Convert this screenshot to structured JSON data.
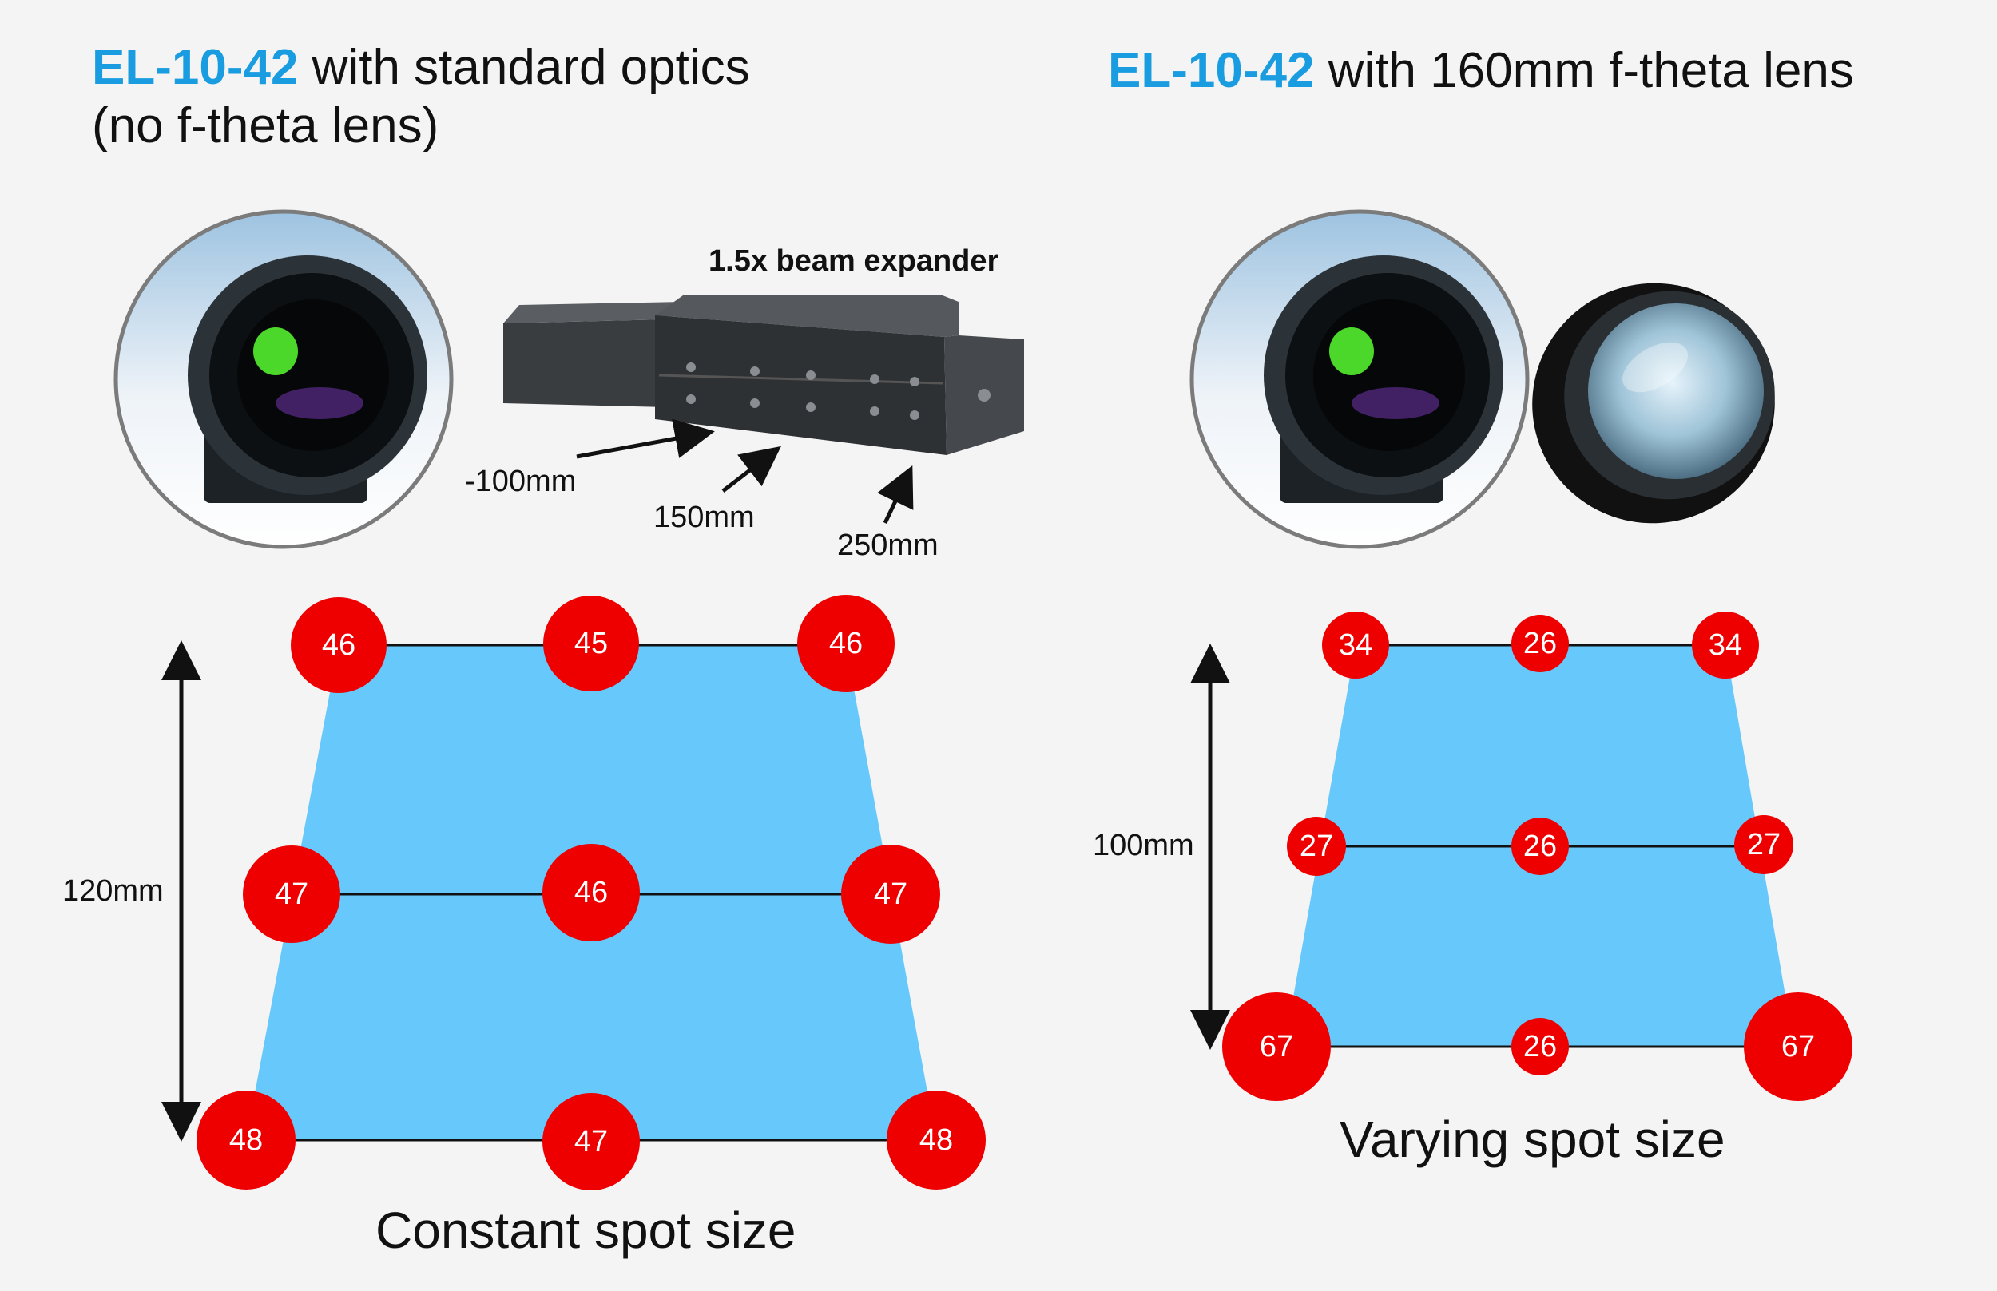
{
  "left": {
    "brand": "EL-10-42",
    "title_rest": " with standard optics",
    "title_line2": "(no f-theta lens)",
    "beam_expander_label": "1.5x beam expander",
    "focus_labels": [
      "-100mm",
      "150mm",
      "250mm"
    ],
    "dimension_label": "120mm",
    "spot_rows": [
      [
        "46",
        "45",
        "46"
      ],
      [
        "47",
        "46",
        "47"
      ],
      [
        "48",
        "47",
        "48"
      ]
    ],
    "caption": "Constant spot size"
  },
  "right": {
    "brand": "EL-10-42",
    "title_rest": " with 160mm f-theta lens",
    "dimension_label": "100mm",
    "spot_rows": [
      [
        "34",
        "26",
        "34"
      ],
      [
        "27",
        "26",
        "27"
      ],
      [
        "67",
        "26",
        "67"
      ]
    ],
    "caption": "Varying spot size"
  },
  "colors": {
    "brand": "#1a9ce0",
    "field": "#66c8fb",
    "spot": "#ee0000",
    "spot_text": "#ffffff"
  },
  "icons": [
    "lens-camera-icon",
    "beam-expander-icon",
    "f-theta-lens-icon"
  ]
}
